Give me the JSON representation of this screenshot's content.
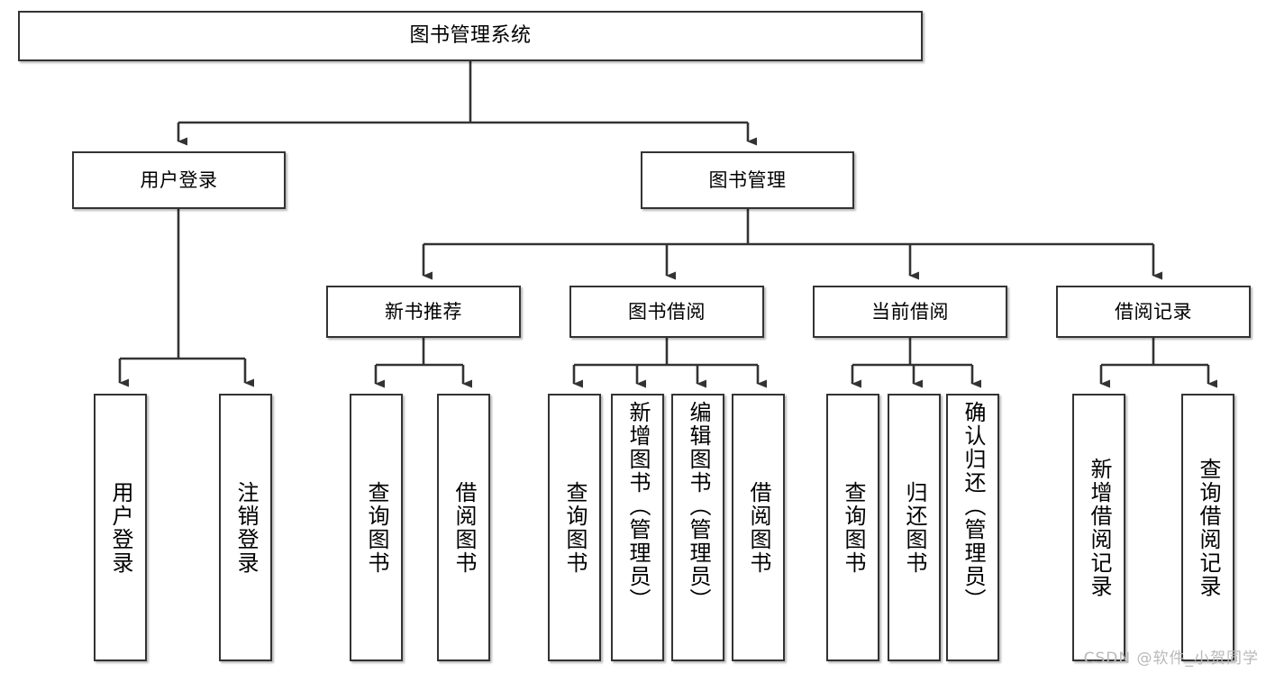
{
  "diagram": {
    "title": "图书管理系统",
    "type": "tree-hierarchy",
    "watermark": "CSDN @软件_小贺同学",
    "root": {
      "id": "root",
      "label": "图书管理系统"
    },
    "level2": [
      {
        "id": "user-login",
        "label": "用户登录"
      },
      {
        "id": "book-manage",
        "label": "图书管理"
      }
    ],
    "level3": [
      {
        "id": "new-book-recommend",
        "label": "新书推荐",
        "parent": "book-manage"
      },
      {
        "id": "book-borrow",
        "label": "图书借阅",
        "parent": "book-manage"
      },
      {
        "id": "current-borrow",
        "label": "当前借阅",
        "parent": "book-manage"
      },
      {
        "id": "borrow-record",
        "label": "借阅记录",
        "parent": "book-manage"
      }
    ],
    "leaves": [
      {
        "id": "leaf-user-login",
        "label": "用户登录",
        "parent": "user-login"
      },
      {
        "id": "leaf-logout",
        "label": "注销登录",
        "parent": "user-login"
      },
      {
        "id": "leaf-query-book-1",
        "label": "查询图书",
        "parent": "new-book-recommend"
      },
      {
        "id": "leaf-borrow-book-1",
        "label": "借阅图书",
        "parent": "new-book-recommend"
      },
      {
        "id": "leaf-query-book-2",
        "label": "查询图书",
        "parent": "book-borrow"
      },
      {
        "id": "leaf-add-book",
        "label": "新增图书（管理员）",
        "parent": "book-borrow"
      },
      {
        "id": "leaf-edit-book",
        "label": "编辑图书（管理员）",
        "parent": "book-borrow"
      },
      {
        "id": "leaf-borrow-book-2",
        "label": "借阅图书",
        "parent": "book-borrow"
      },
      {
        "id": "leaf-query-book-3",
        "label": "查询图书",
        "parent": "current-borrow"
      },
      {
        "id": "leaf-return-book",
        "label": "归还图书",
        "parent": "current-borrow"
      },
      {
        "id": "leaf-confirm-return",
        "label": "确认归还（管理员）",
        "parent": "current-borrow"
      },
      {
        "id": "leaf-add-record",
        "label": "新增借阅记录",
        "parent": "borrow-record"
      },
      {
        "id": "leaf-query-record",
        "label": "查询借阅记录",
        "parent": "borrow-record"
      }
    ],
    "colors": {
      "stroke": "#333333",
      "box_fill": "#ffffff",
      "text": "#000000",
      "watermark": "#b9b9b9",
      "background": "#ffffff"
    }
  }
}
